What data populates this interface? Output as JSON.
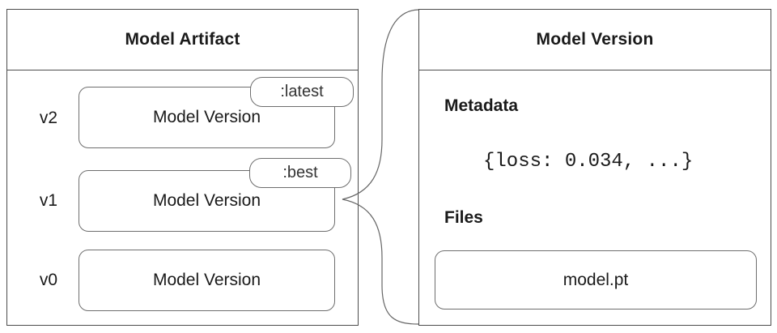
{
  "artifact_panel": {
    "title": "Model Artifact",
    "versions": [
      {
        "id": "v2",
        "label": "Model Version",
        "tag": ":latest"
      },
      {
        "id": "v1",
        "label": "Model Version",
        "tag": ":best"
      },
      {
        "id": "v0",
        "label": "Model Version"
      }
    ]
  },
  "version_panel": {
    "title": "Model Version",
    "metadata_heading": "Metadata",
    "metadata_value": "{loss: 0.034, ...}",
    "files_heading": "Files",
    "file_name": "model.pt"
  },
  "colors": {
    "panel_border": "#4d4d4d",
    "box_border": "#6e6e6e",
    "connector": "#666666",
    "text": "#1a1a1a",
    "background": "#ffffff"
  }
}
